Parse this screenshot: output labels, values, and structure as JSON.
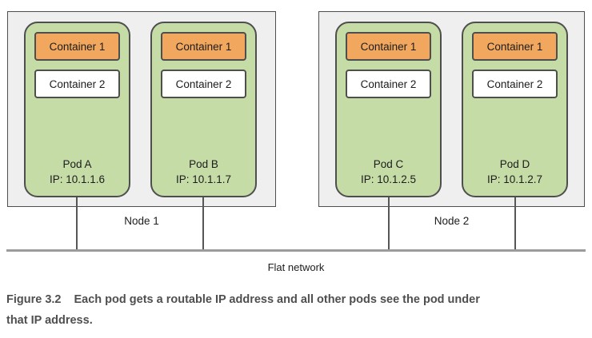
{
  "diagram": {
    "nodes": [
      {
        "label": "Node 1",
        "pods": [
          {
            "name": "Pod A",
            "ip": "IP: 10.1.1.6",
            "containers": [
              "Container 1",
              "Container 2"
            ]
          },
          {
            "name": "Pod B",
            "ip": "IP: 10.1.1.7",
            "containers": [
              "Container 1",
              "Container 2"
            ]
          }
        ]
      },
      {
        "label": "Node 2",
        "pods": [
          {
            "name": "Pod C",
            "ip": "IP: 10.1.2.5",
            "containers": [
              "Container 1",
              "Container 2"
            ]
          },
          {
            "name": "Pod D",
            "ip": "IP: 10.1.2.7",
            "containers": [
              "Container 1",
              "Container 2"
            ]
          }
        ]
      }
    ],
    "network_label": "Flat network",
    "colors": {
      "container1_fill": "#f1a75e",
      "pod_fill": "#c6dca7",
      "node_fill": "#efefef",
      "border": "#4e4e4e",
      "network_line": "#9b9b9b"
    }
  },
  "caption": {
    "figure_label": "Figure 3.2",
    "line1": "Each pod gets a routable IP address and all other pods see the pod under",
    "line2": "that IP address."
  }
}
